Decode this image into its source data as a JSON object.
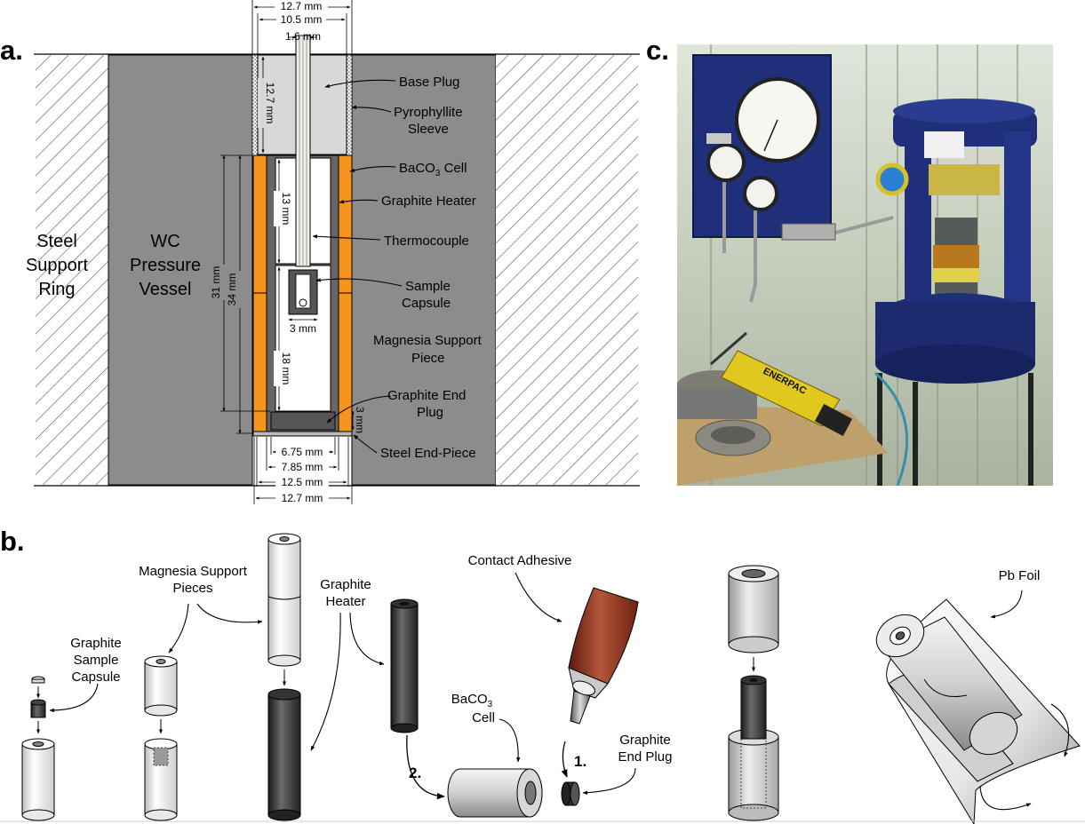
{
  "panels": {
    "a": "a.",
    "b": "b.",
    "c": "c."
  },
  "panel_a": {
    "outer_labels": {
      "steel_ring": [
        "Steel",
        "Support",
        "Ring"
      ],
      "wc_vessel": [
        "WC",
        "Pressure",
        "Vessel"
      ]
    },
    "parts": {
      "base_plug": "Base Plug",
      "pyrophyllite": [
        "Pyrophyllite",
        "Sleeve"
      ],
      "baco3": "BaCO",
      "baco3_sub": "3",
      "baco3_tail": " Cell",
      "graphite_heater": "Graphite Heater",
      "thermocouple": "Thermocouple",
      "sample_capsule": [
        "Sample",
        "Capsule"
      ],
      "magnesia": [
        "Magnesia Support",
        "Piece"
      ],
      "graphite_end_plug": [
        "Graphite End",
        "Plug"
      ],
      "steel_end_piece": "Steel End-Piece"
    },
    "dimensions": {
      "top_outer": "12.7 mm",
      "top_inner": "10.5 mm",
      "thermocouple_w": "1.6 mm",
      "base_plug_h": "12.7 mm",
      "upper_mag_h": "13 mm",
      "capsule_w": "3 mm",
      "lower_mag_h": "18 mm",
      "end_plug_h": "3 mm",
      "inner_len": "31 mm",
      "total_len": "34 mm",
      "bottom_1": "6.75 mm",
      "bottom_2": "7.85 mm",
      "bottom_3": "12.5 mm",
      "bottom_4": "12.7 mm"
    }
  },
  "panel_b": {
    "magnesia_pieces": [
      "Magnesia Support",
      "Pieces"
    ],
    "graphite_heater": [
      "Graphite",
      "Heater"
    ],
    "contact_adhesive": "Contact Adhesive",
    "graphite_sample_capsule": [
      "Graphite",
      "Sample",
      "Capsule"
    ],
    "baco3": "BaCO",
    "baco3_sub": "3",
    "baco3_cell": "Cell",
    "graphite_end_plug": [
      "Graphite",
      "End Plug"
    ],
    "pb_foil": "Pb Foil",
    "steps": [
      "1.",
      "2."
    ]
  },
  "panel_c": {
    "pump_label": "ENERPAC"
  },
  "colors": {
    "hatch": "#444444",
    "wc_gray": "#8c8c8c",
    "baco3_orange": "#f7941d",
    "graphite_dark": "#555555",
    "light_gray": "#d8d8d8",
    "press_blue": "#1f2f7a"
  }
}
